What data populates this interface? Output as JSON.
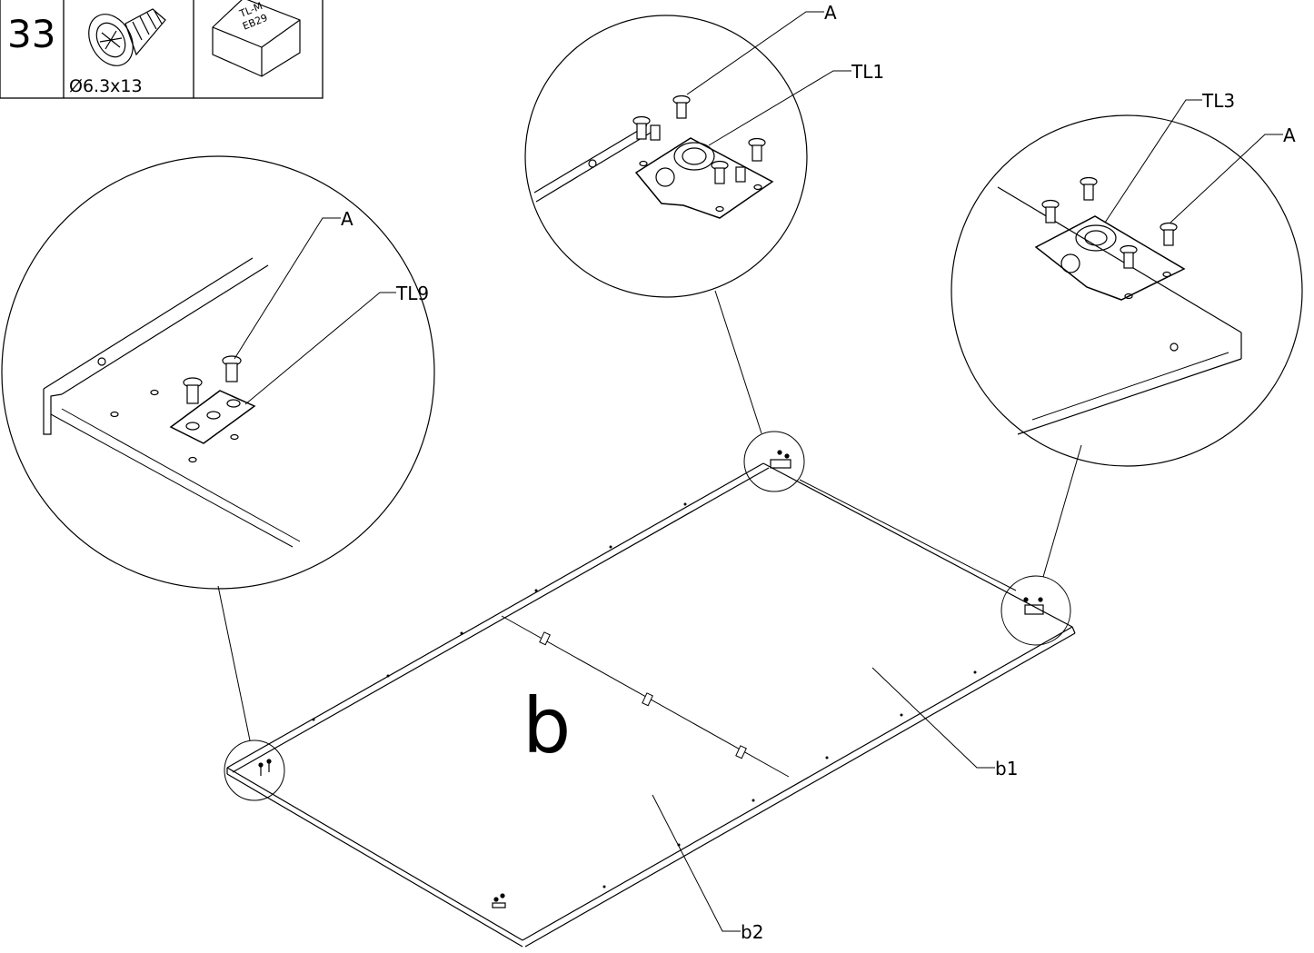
{
  "header": {
    "step_number": "33",
    "screw_size": "Ø6.3x13",
    "box_label_line1": "TL-M",
    "box_label_line2": "EB29"
  },
  "diagram": {
    "panel_label": "b",
    "callouts": {
      "a_left": "A",
      "tl9": "TL9",
      "a_top": "A",
      "tl1": "TL1",
      "tl3": "TL3",
      "a_right": "A",
      "b1": "b1",
      "b2": "b2"
    }
  }
}
